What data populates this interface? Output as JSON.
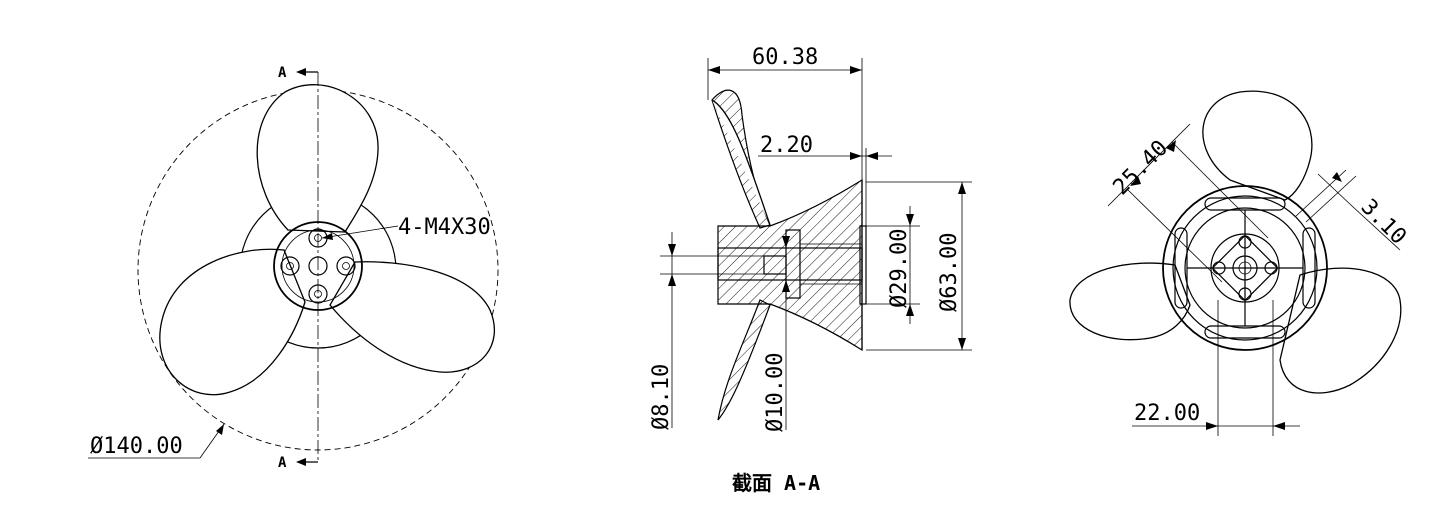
{
  "left_view": {
    "section_mark_top": "A",
    "section_mark_bottom": "A",
    "bolt_callout": "4-M4X30",
    "outer_diameter": "Ø140.00"
  },
  "section_view": {
    "overall_length": "60.38",
    "flange_thickness": "2.20",
    "hub_outer": "Ø63.00",
    "hub_inner": "Ø29.00",
    "bore_small": "Ø8.10",
    "bore_large": "Ø10.00",
    "caption": "截面 A-A"
  },
  "right_view": {
    "diag_dim": "25.40",
    "rib_dim": "3.10",
    "width_dim": "22.00"
  }
}
